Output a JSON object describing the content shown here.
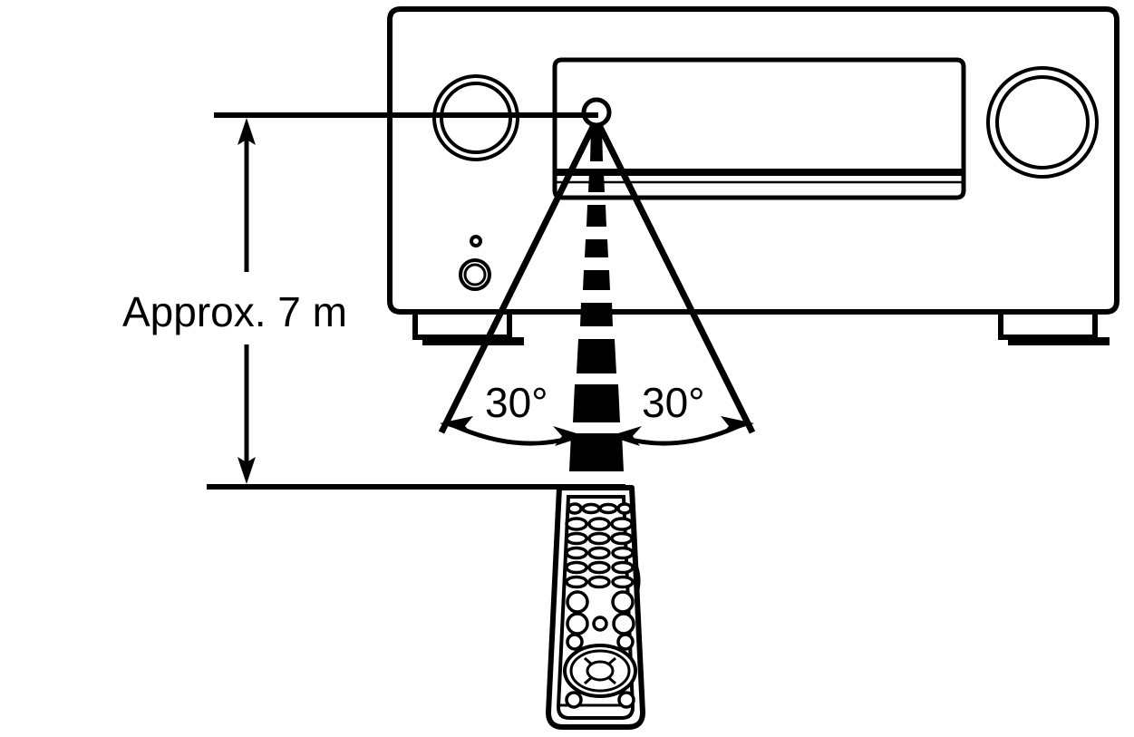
{
  "diagram": {
    "title": "Remote control operating range",
    "type": "technical-illustration",
    "background_color": "#ffffff",
    "stroke_color": "#000000",
    "labels": {
      "distance": "Approx. 7 m",
      "angle_left": "30°",
      "angle_right": "30°"
    },
    "measurements": {
      "distance_value": "7",
      "distance_unit": "m",
      "distance_qualifier": "Approx.",
      "angle_value": "30",
      "angle_unit": "°",
      "total_angle": "60°"
    },
    "elements": {
      "receiver_name": "av-receiver-front-panel",
      "remote_name": "remote-control",
      "ir_sensor_name": "ir-sensor-window",
      "beam_name": "ir-signal-beam",
      "cone_name": "ir-coverage-cone",
      "dimension_name": "distance-dimension-arrow"
    },
    "receiver_parts": [
      "power-button",
      "standby-led",
      "source-select-knob",
      "volume-knob",
      "display-window",
      "left-foot",
      "right-foot"
    ],
    "remote_parts": [
      "button-grid",
      "navigation-dpad",
      "enter-button",
      "side-button"
    ]
  }
}
